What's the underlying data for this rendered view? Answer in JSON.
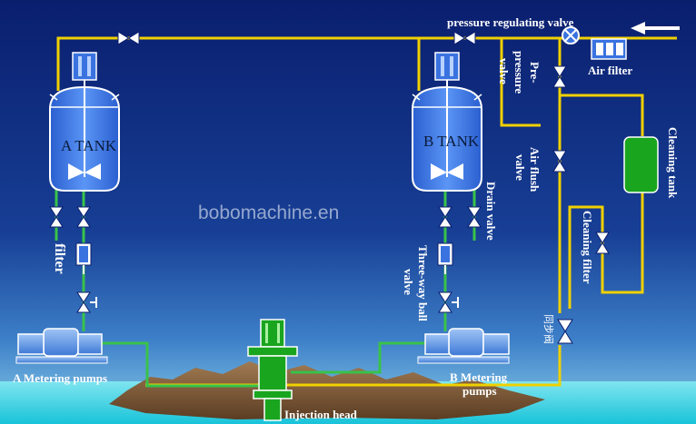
{
  "labels": {
    "pressure_regulating_valve": "pressure regulating valve",
    "pre_pressure_valve_l1": "Pre-",
    "pre_pressure_valve_l2": "pressure",
    "pre_pressure_valve_l3": "valve",
    "air_filter": "Air filter",
    "air_flush_valve_l1": "Air flush",
    "air_flush_valve_l2": "valve",
    "cleaning_tank": "Cleaning tank",
    "cleaning_filter": "Cleaning filter",
    "tank_a": "A TANK",
    "tank_b": "B TANK",
    "filter": "filter",
    "drain_valve": "Drain valve",
    "three_way_ball_valve_l1": "Three-way ball",
    "three_way_ball_valve_l2": "valve",
    "sync_valve": "同步阀",
    "a_metering_pumps": "A Metering pumps",
    "b_metering_pumps_l1": "B Metering",
    "b_metering_pumps_l2": "pumps",
    "injection_head": "Injection head",
    "watermark": "bobomachine.en"
  },
  "colors": {
    "sky_top": "#0a1e6e",
    "sky_mid": "#1f4fa8",
    "sea": "#2fd7e8",
    "air_line": "#f0d000",
    "fluid_line": "#39c24a",
    "tank_fill": "#3a73e0",
    "equipment_green": "#1aa51f"
  }
}
